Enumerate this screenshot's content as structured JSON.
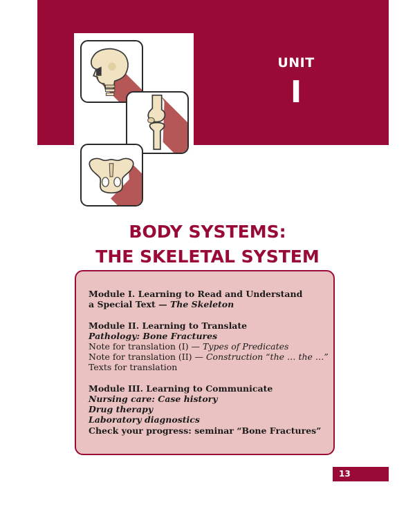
{
  "header": {
    "unit_label": "UNIT",
    "unit_number": "I"
  },
  "icons": [
    "skull-icon",
    "knee-joint-icon",
    "pelvis-icon"
  ],
  "title": {
    "line1": "BODY SYSTEMS:",
    "line2": "THE SKELETAL SYSTEM"
  },
  "contents": {
    "module1": {
      "heading_line1": "Module I. Learning to Read and Understand",
      "heading_line2_prefix": "a Special Text — ",
      "heading_line2_emph": "The Skeleton"
    },
    "module2": {
      "heading": "Module II. Learning to Translate",
      "topic": "Pathology: Bone Fractures",
      "note1_prefix": "Note for translation (I) — ",
      "note1_emph": "Types of Predicates",
      "note2_prefix": "Note for translation (II) — ",
      "note2_emph": "Construction “the … the …”",
      "texts": "Texts for translation"
    },
    "module3": {
      "heading": "Module III. Learning to Communicate",
      "topic1": "Nursing care: Case history",
      "topic2": "Drug therapy",
      "topic3": "Laboratory diagnostics",
      "progress": "Check your progress: seminar “Bone Fractures”"
    }
  },
  "page_number": "13",
  "colors": {
    "accent": "#9a0a36",
    "box_fill": "#ebc2c2",
    "shadow": "#b55757",
    "bone": "#f1e3c2"
  }
}
